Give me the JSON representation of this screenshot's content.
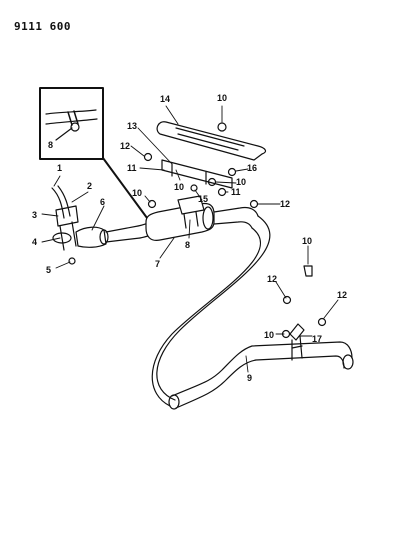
{
  "document_id": "9111 600",
  "callouts": [
    "1",
    "2",
    "3",
    "4",
    "5",
    "6",
    "7",
    "8",
    "8",
    "9",
    "10",
    "10",
    "10",
    "10",
    "10",
    "10",
    "11",
    "11",
    "12",
    "12",
    "12",
    "12",
    "13",
    "14",
    "15",
    "16",
    "17"
  ]
}
